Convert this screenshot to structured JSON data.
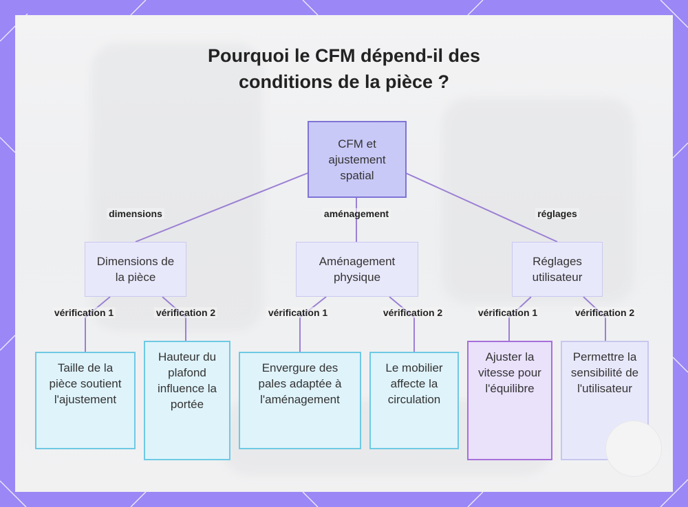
{
  "title_lines": [
    "Pourquoi le CFM dépend-il des",
    "conditions de la pièce ?"
  ],
  "root": "CFM et ajustement spatial",
  "branches": [
    {
      "edge_label": "dimensions",
      "node": "Dimensions de la pièce"
    },
    {
      "edge_label": "aménagement",
      "node": "Aménagement physique"
    },
    {
      "edge_label": "réglages",
      "node": "Réglages utilisateur"
    }
  ],
  "checks": {
    "first": "vérification 1",
    "second": "vérification 2"
  },
  "leaves": [
    "Taille de la pièce soutient l'ajustement",
    "Hauteur du plafond influence la portée",
    "Envergure des pales adaptée à l'aménagement",
    "Le mobilier affecte la circulation",
    "Ajuster la vitesse pour l'équilibre",
    "Permettre la sensibilité de l'utilisateur"
  ],
  "colors": {
    "background": "#9b87f5",
    "edge": "#9b7fd4",
    "root_fill": "#c9c9f8",
    "cyan_border": "#6ec9e4",
    "purple_border": "#a66fd9"
  }
}
